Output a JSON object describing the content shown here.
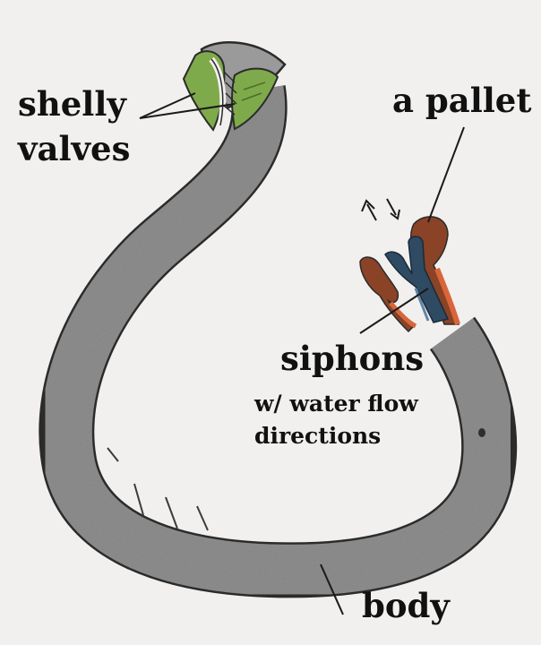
{
  "labels": {
    "shelly": "shelly",
    "valves": "valves",
    "pallet": "a pallet",
    "siphons": "siphons",
    "flow_line1": "w/ water flow",
    "flow_line2": "directions",
    "body": "body"
  },
  "colors": {
    "paper": "#f1f0ee",
    "body_fill": "#8f8f8f",
    "body_outline": "#2b2b2b",
    "valve_green": "#7faa4b",
    "siphon_blue": "#2f4a63",
    "pallet_brown": "#8a4326",
    "pallet_orange": "#d8663a"
  }
}
